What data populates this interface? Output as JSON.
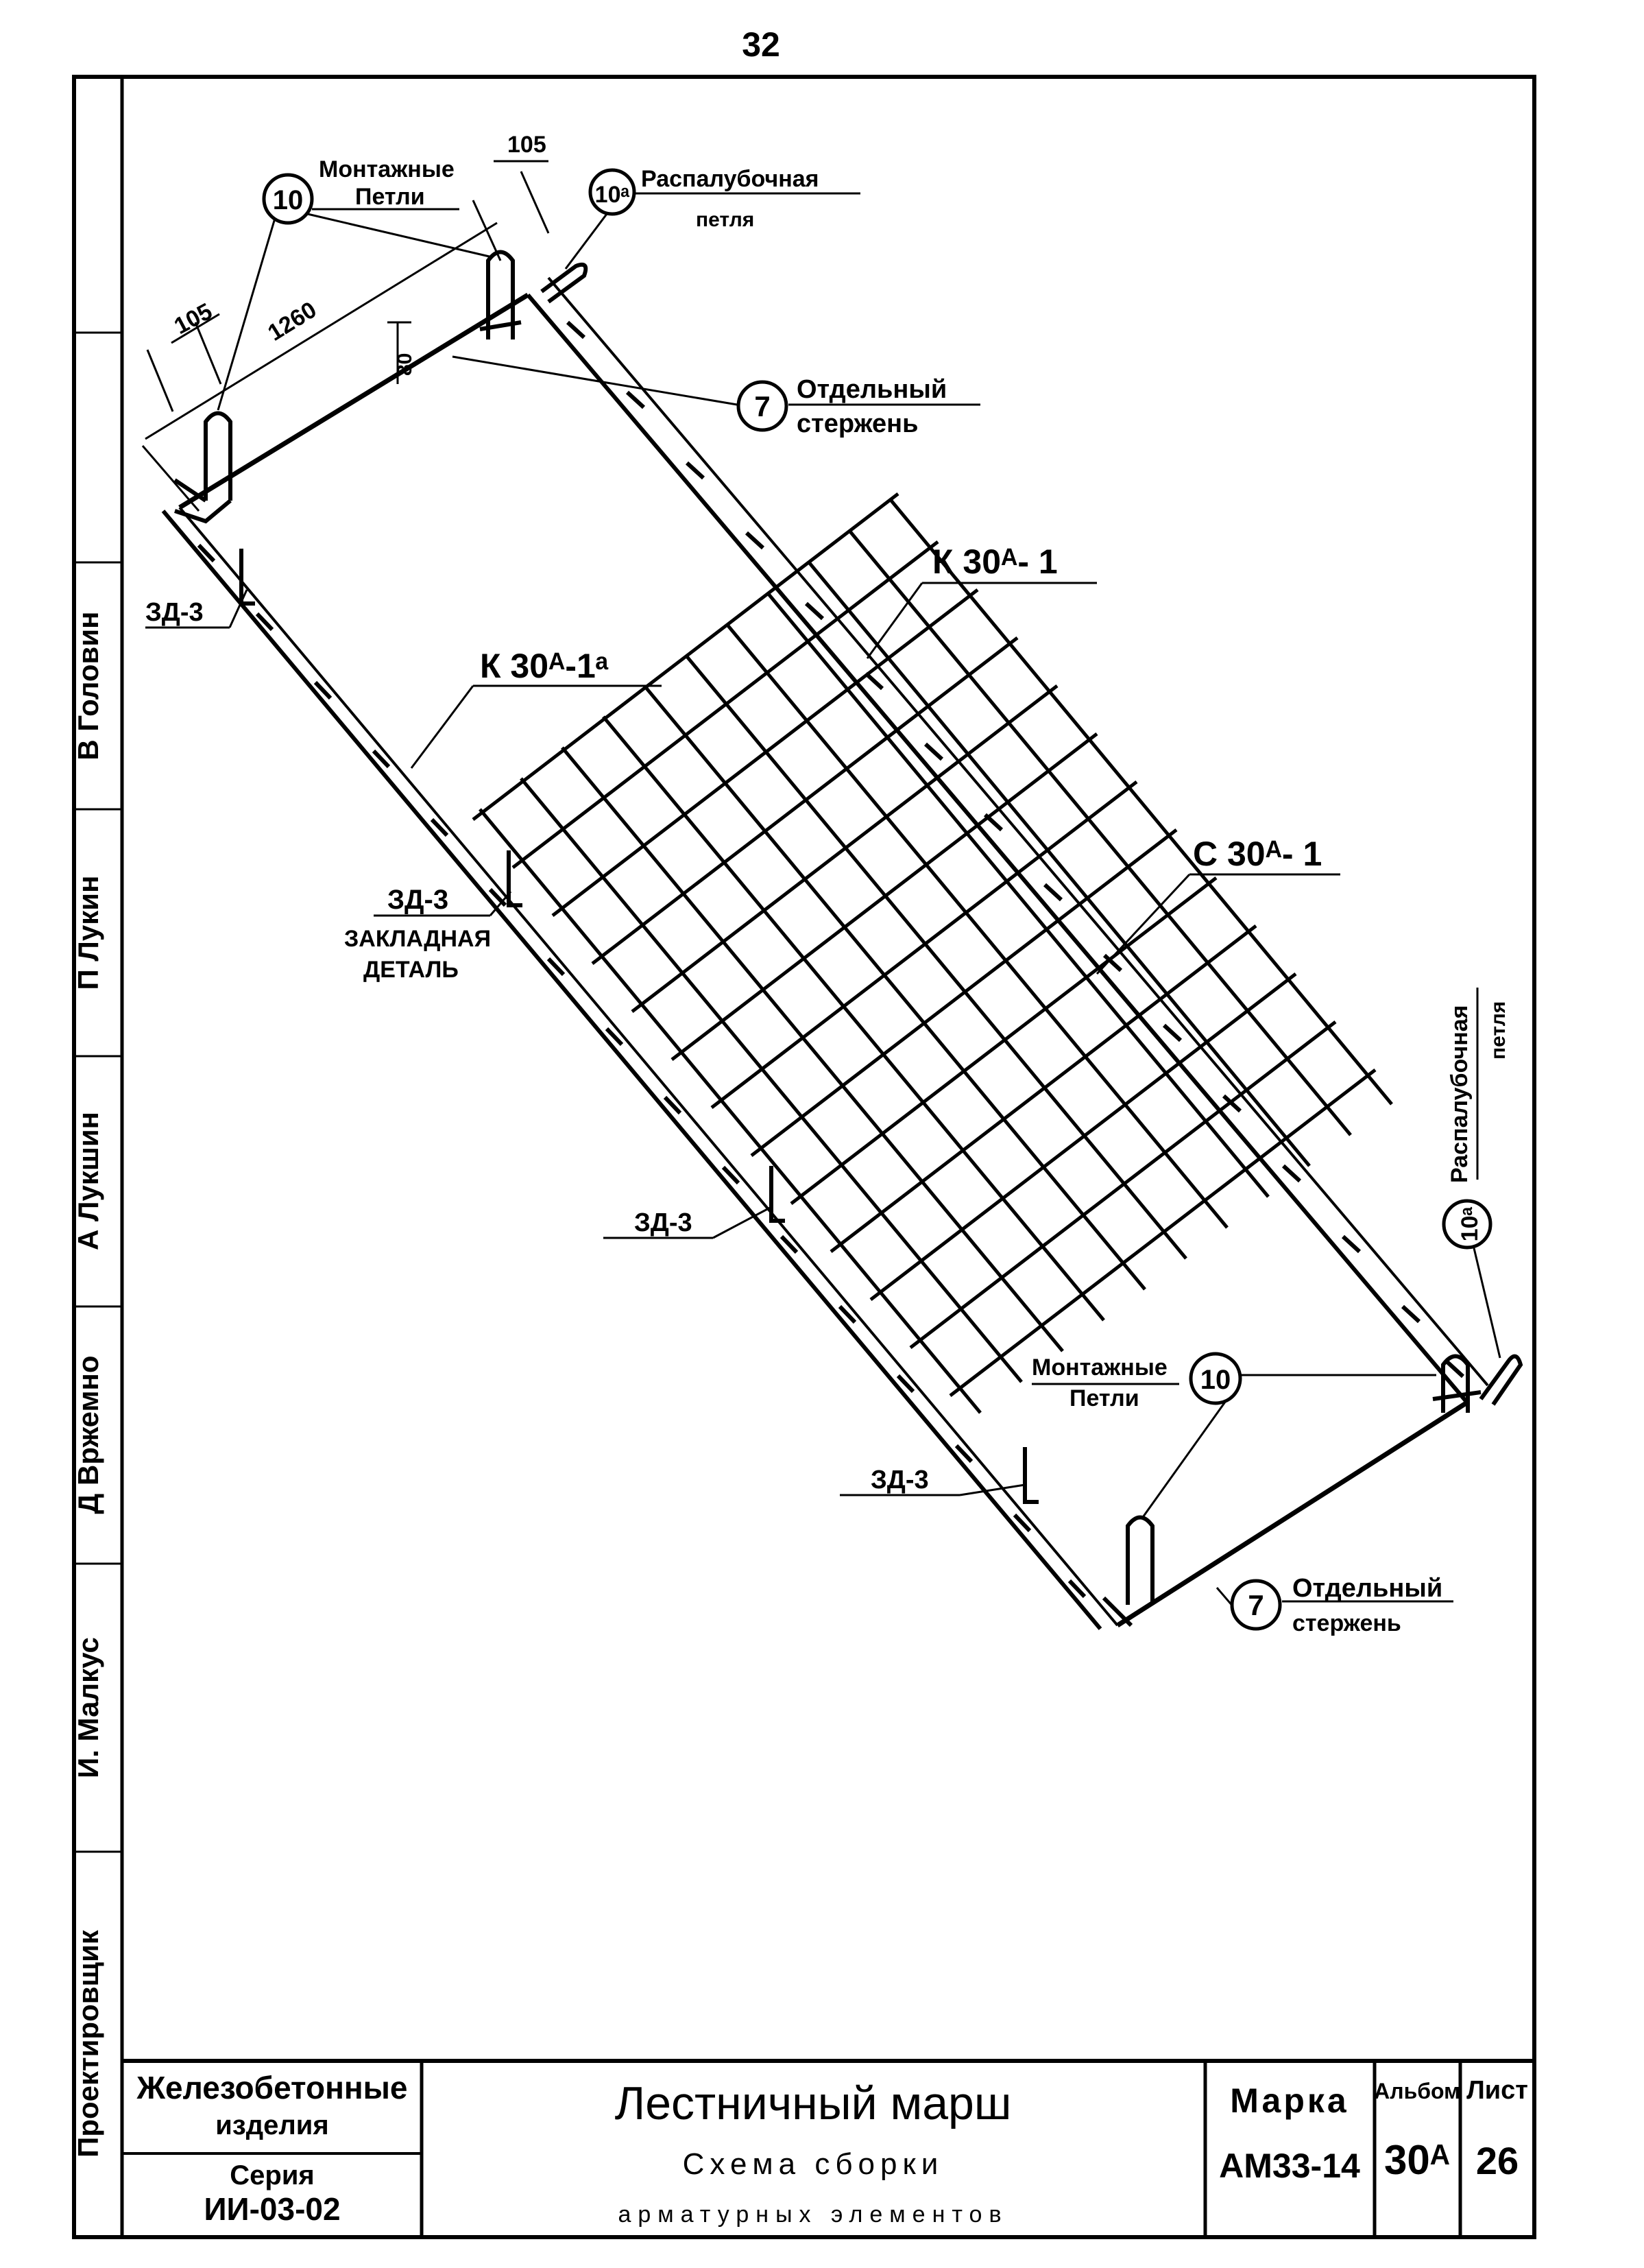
{
  "page_number": "32",
  "labels": {
    "loops_top": [
      "Монтажные",
      "Петли"
    ],
    "release_loop_top": [
      "Распалубочная",
      "петля"
    ],
    "separate_bar_top": [
      "Отдельный",
      "стержень"
    ],
    "k30a1": "К 30ᴬ- 1",
    "k30a1a": "К 30ᴬ-1ᵃ",
    "c30a1": "С 30ᴬ- 1",
    "zd3_embedded": [
      "ЗД-3",
      "ЗАКЛАДНАЯ",
      "ДЕТАЛЬ"
    ],
    "zd3": "ЗД-3",
    "loops_bottom": [
      "Монтажные",
      "Петли"
    ],
    "release_loop_right": [
      "Распалубочная",
      "петля"
    ],
    "separate_bar_bottom": [
      "Отдельный",
      "стержень"
    ]
  },
  "positions": {
    "loop": "10",
    "release_loop": "10ᵃ",
    "bar": "7"
  },
  "dimensions": {
    "d105_top": "105",
    "d105_left": "105",
    "d1260": "1260",
    "d80": "80"
  },
  "sidebar_names": [
    "В Головин",
    "П Лукин",
    "А Лукшин",
    "Д Вржемно",
    "И. Малкус",
    "Проектировщик"
  ],
  "title_block": {
    "org": [
      "Железобетонные",
      "изделия"
    ],
    "series_label": "Серия",
    "series_value": "ИИ-03-02",
    "title": "Лестничный марш",
    "subtitle": [
      "Схема сборки",
      "арматурных элементов"
    ],
    "marka_label": "Марка",
    "marka_value": "АМ33-14",
    "album_label": "Альбом",
    "album_value": "30ᴬ",
    "sheet_label": "Лист",
    "sheet_value": "26"
  }
}
